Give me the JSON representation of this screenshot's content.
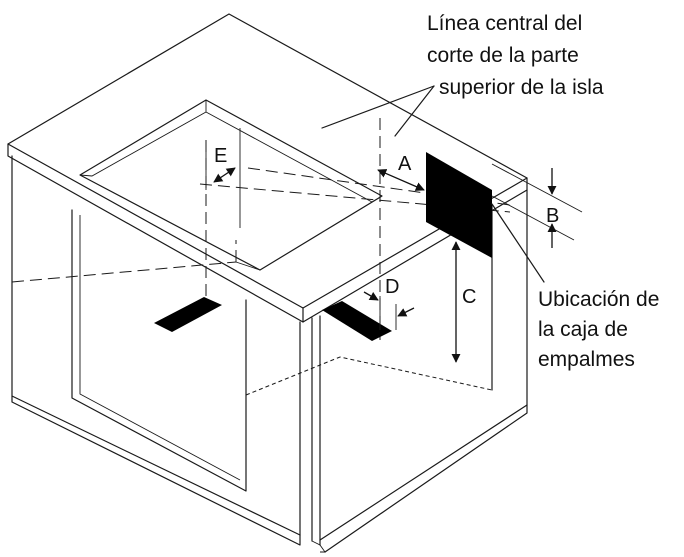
{
  "labels": {
    "centerline": [
      "Línea central del",
      "corte de la parte",
      "superior de la isla"
    ],
    "junction_box": [
      "Ubicación de",
      "la caja de",
      "empalmes"
    ],
    "dim_a": "A",
    "dim_b": "B",
    "dim_c": "C",
    "dim_d": "D",
    "dim_e": "E"
  }
}
